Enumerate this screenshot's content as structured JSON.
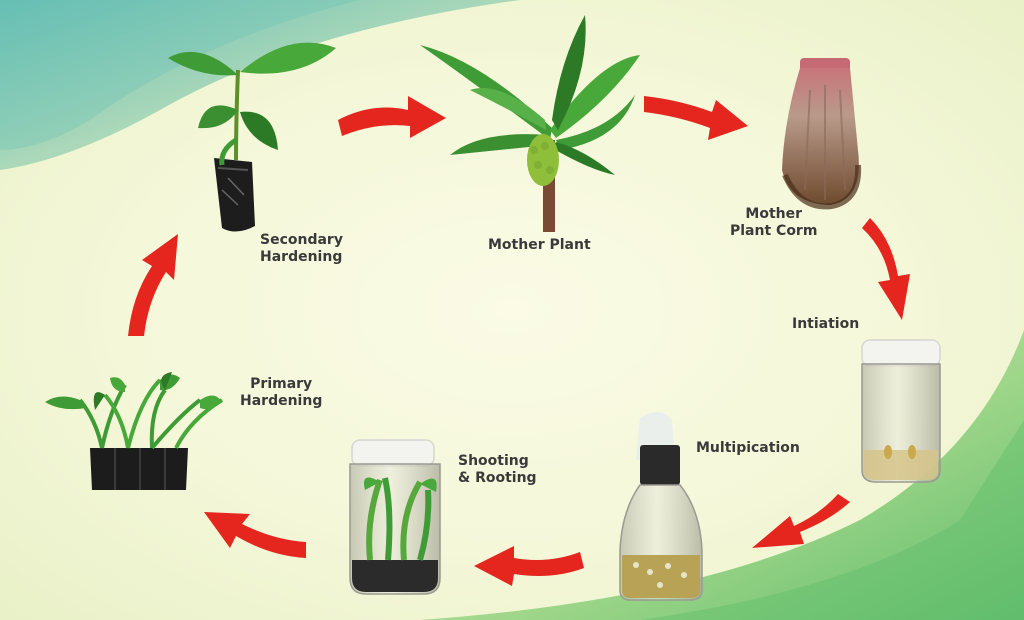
{
  "stages": {
    "secondary_hardening": [
      "Secondary",
      "Hardening"
    ],
    "mother_plant": [
      "Mother Plant"
    ],
    "mother_plant_corm": [
      "Mother",
      "Plant Corm"
    ],
    "initiation": [
      "Intiation"
    ],
    "multiplication": [
      "Multipication"
    ],
    "shooting_rooting": [
      "Shooting",
      "& Rooting"
    ],
    "primary_hardening": [
      "Primary",
      "Hardening"
    ]
  },
  "colors": {
    "arrow": "#e4261f",
    "label": "#3a3a3a",
    "leaf": "#3f9b35",
    "leaf_dark": "#2d7a26"
  }
}
